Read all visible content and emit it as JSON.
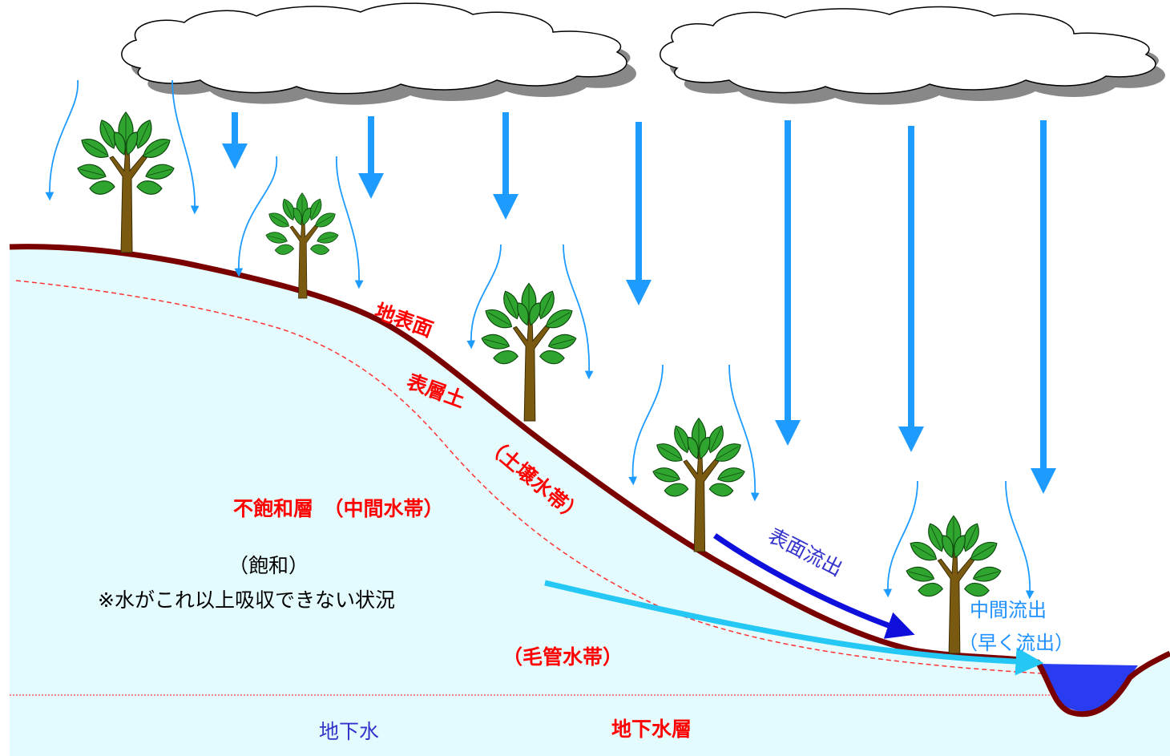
{
  "labels": {
    "chihyomen": "地表面",
    "hyosodo": "表層土",
    "dojosuitai": "（土壌水帯）",
    "fuhowaso": "不飽和層　（中間水帯）",
    "howa": "（飽和）",
    "howa_note": "※水がこれ以上吸収できない状況",
    "hyomen_ryushutsu": "表面流出",
    "chukan_ryushutsu": "中間流出",
    "hayaku_ryushutsu": "（早く流出）",
    "mokansuitai": "（毛管水帯）",
    "chikasui": "地下水",
    "chikasuiso": "地下水層"
  },
  "colors": {
    "ground_fill": "#e3fbfd",
    "ground_line": "#7a0000",
    "rain": "#1e9bff",
    "surface_runoff": "#1010dd",
    "inter_runoff": "#25c8f5",
    "river": "#2a3cf0",
    "red_label": "#ff0000",
    "tree_leaf": "#33aa33",
    "tree_trunk": "#7a5a10"
  },
  "icons": [
    "cloud-icon",
    "tree-icon",
    "rain-arrow-icon",
    "stemflow-arrow-icon"
  ]
}
